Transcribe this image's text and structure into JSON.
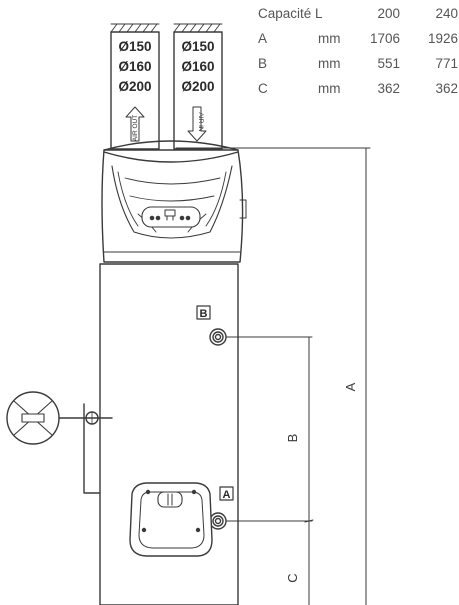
{
  "spec_table": {
    "header": {
      "label": "Capacité L",
      "unit": "",
      "v200": "200",
      "v240": "240"
    },
    "rows": [
      {
        "label": "A",
        "unit": "mm",
        "v200": "1706",
        "v240": "1926"
      },
      {
        "label": "B",
        "unit": "mm",
        "v200": "551",
        "v240": "771"
      },
      {
        "label": "C",
        "unit": "mm",
        "v200": "362",
        "v240": "362"
      }
    ]
  },
  "ducts": {
    "left": {
      "sizes": [
        "Ø150",
        "Ø160",
        "Ø200"
      ],
      "flow_label": "AIR OUT"
    },
    "right": {
      "sizes": [
        "Ø150",
        "Ø160",
        "Ø200"
      ],
      "flow_label": "AIR IN"
    }
  },
  "connections": {
    "upper_label": "B",
    "lower_label": "A"
  },
  "dimensions": {
    "a_label": "A",
    "b_label": "B",
    "c_label": "C"
  },
  "colors": {
    "line": "#3a3a3a",
    "text": "#555555"
  }
}
